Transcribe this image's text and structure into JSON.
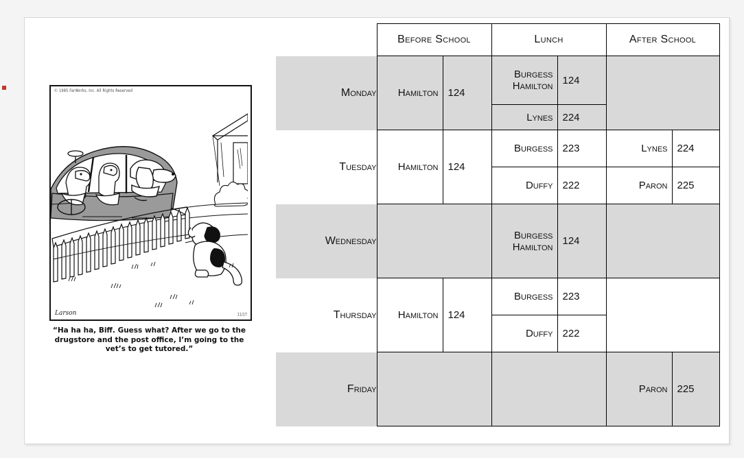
{
  "cartoon": {
    "copyright": "© 1985 FarWorks, Inc. All Rights Reserved",
    "signature": "Larson",
    "date_code": "11/17",
    "caption": "“Ha ha ha, Biff. Guess what? After we go to the drugstore and the post office, I’m going to the vet’s to get tutored.”",
    "alt": "far-side-cartoon-dogs-in-car"
  },
  "schedule": {
    "columns": [
      {
        "label": "",
        "name": "day-column"
      },
      {
        "label": "Before School",
        "name": "before-school"
      },
      {
        "label": "Lunch",
        "name": "lunch"
      },
      {
        "label": "After School",
        "name": "after-school"
      }
    ],
    "rows": [
      {
        "day": "Monday",
        "shaded": true,
        "before_school": [
          {
            "name": "Hamilton",
            "room": "124"
          }
        ],
        "lunch": [
          {
            "name": "Burgess\nHamilton",
            "name_line1": "Burgess",
            "name_line2": "Hamilton",
            "room": "124"
          },
          {
            "name": "Lynes",
            "room": "224"
          }
        ],
        "after_school": []
      },
      {
        "day": "Tuesday",
        "shaded": false,
        "before_school": [
          {
            "name": "Hamilton",
            "room": "124"
          }
        ],
        "lunch": [
          {
            "name": "Burgess",
            "room": "223"
          },
          {
            "name": "Duffy",
            "room": "222"
          }
        ],
        "after_school": [
          {
            "name": "Lynes",
            "room": "224"
          },
          {
            "name": "Paron",
            "room": "225"
          }
        ]
      },
      {
        "day": "Wednesday",
        "shaded": true,
        "before_school": [],
        "lunch": [
          {
            "name": "Burgess\nHamilton",
            "name_line1": "Burgess",
            "name_line2": "Hamilton",
            "room": "124"
          }
        ],
        "after_school": []
      },
      {
        "day": "Thursday",
        "shaded": false,
        "before_school": [
          {
            "name": "Hamilton",
            "room": "124"
          }
        ],
        "lunch": [
          {
            "name": "Burgess",
            "room": "223"
          },
          {
            "name": "Duffy",
            "room": "222"
          }
        ],
        "after_school": []
      },
      {
        "day": "Friday",
        "shaded": true,
        "before_school": [],
        "lunch": [],
        "after_school": [
          {
            "name": "Paron",
            "room": "225"
          }
        ]
      }
    ]
  },
  "colors": {
    "shaded_row": "#d9d9d9",
    "page_background": "#ffffff",
    "canvas_background": "#f4f4f4",
    "grid_line": "#000000",
    "marker": "#c0392b"
  }
}
